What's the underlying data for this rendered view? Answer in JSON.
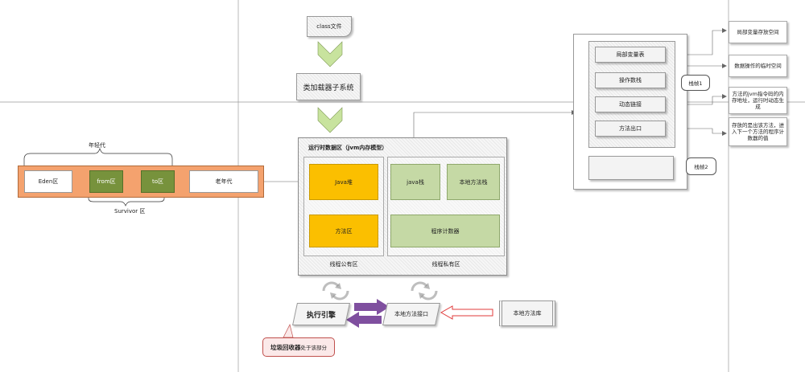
{
  "loader": {
    "class_file": "class文件",
    "subsystem": "类加载器子系统"
  },
  "runtime": {
    "title": "运行时数据区（jvm内存模型）",
    "heap": "Java堆",
    "method_area": "方法区",
    "java_stack": "java栈",
    "native_stack": "本地方法栈",
    "pc_register": "程序计数器",
    "shared_label": "线程公有区",
    "private_label": "线程私有区"
  },
  "heap_layout": {
    "young_gen": "年轻代",
    "eden": "Eden区",
    "from": "from区",
    "to": "to区",
    "old_gen": "老年代",
    "survivor": "Survivor 区"
  },
  "engine": {
    "execution_engine": "执行引擎",
    "native_interface": "本地方法接口",
    "native_library": "本地方法库",
    "gc_note_bold": "垃圾回收器",
    "gc_note_rest": "处于该部分"
  },
  "stack_frames": {
    "local_vars": "局部变量表",
    "operand_stack": "操作数栈",
    "dynamic_link": "动态链接",
    "return_addr": "方法出口",
    "frame1": "栈帧1",
    "frame2": "栈帧2"
  },
  "notes": {
    "local_vars_note": "局部变量存放空间",
    "operand_note": "数据操作的临时空间",
    "dynamic_link_note": "方法的jvm指令码的内存地址，运行时动态生成",
    "return_note": "存放的是出该方法，进入下一个方法的程序计数器的值"
  },
  "colors": {
    "heap_fill": "#fbbf00",
    "stack_fill": "#c5d9a5",
    "young_bg": "#f4a26e",
    "survivor_fill": "#77923c",
    "arrow_green": "#c8e39e",
    "purple": "#7f4f9f",
    "red_arrow": "#e03b3b",
    "gc_border": "#c0504d"
  }
}
